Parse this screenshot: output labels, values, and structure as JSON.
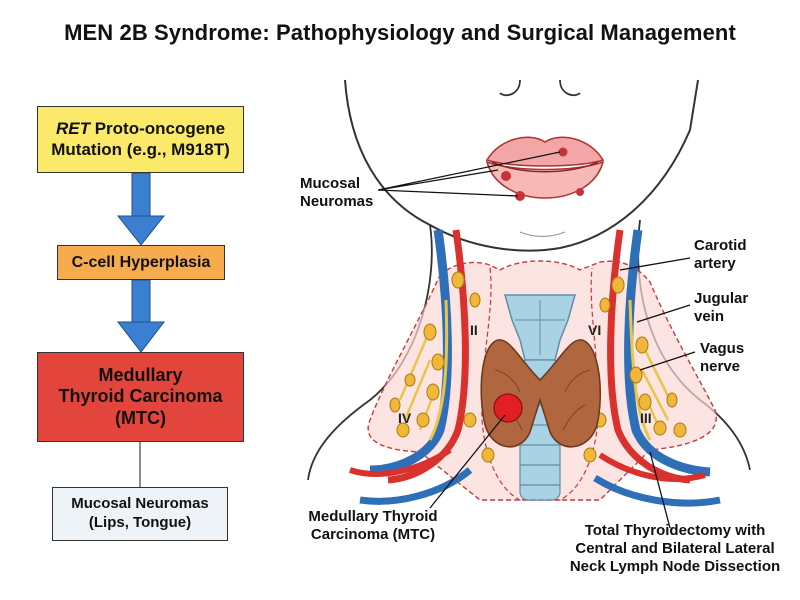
{
  "title": "MEN 2B Syndrome: Pathophysiology and Surgical Management",
  "flowchart": {
    "ret_italic": "RET",
    "ret_line1_rest": " Proto-oncogene",
    "ret_line2": "Mutation (e.g., M918T)",
    "ccell": "C-cell Hyperplasia",
    "mtc_line1": "Medullary",
    "mtc_line2": "Thyroid Carcinoma",
    "mtc_line3": "(MTC)",
    "neuromas_line1": "Mucosal Neuromas",
    "neuromas_line2": "(Lips, Tongue)"
  },
  "labels": {
    "mucosal_1": "Mucosal",
    "mucosal_2": "Neuromas",
    "carotid_1": "Carotid",
    "carotid_2": "artery",
    "jugular_1": "Jugular",
    "jugular_2": "vein",
    "vagus_1": "Vagus",
    "vagus_2": "nerve",
    "mtc_1": "Medullary Thyroid",
    "mtc_2": "Carcinoma (MTC)",
    "surgery_1": "Total Thyroidectomy with",
    "surgery_2": "Central and Bilateral Lateral",
    "surgery_3": "Neck Lymph Node Dissection"
  },
  "neck_levels": {
    "left_upper": "II",
    "left_lower": "IV",
    "right_upper": "VI",
    "right_lower": "III"
  },
  "colors": {
    "yellow_box": "#fbe96a",
    "orange_box": "#f6ab4f",
    "red_box": "#e2453c",
    "arrow_blue": "#3b7fd0",
    "artery_red": "#d9322e",
    "vein_blue": "#2f6fb8"
  }
}
